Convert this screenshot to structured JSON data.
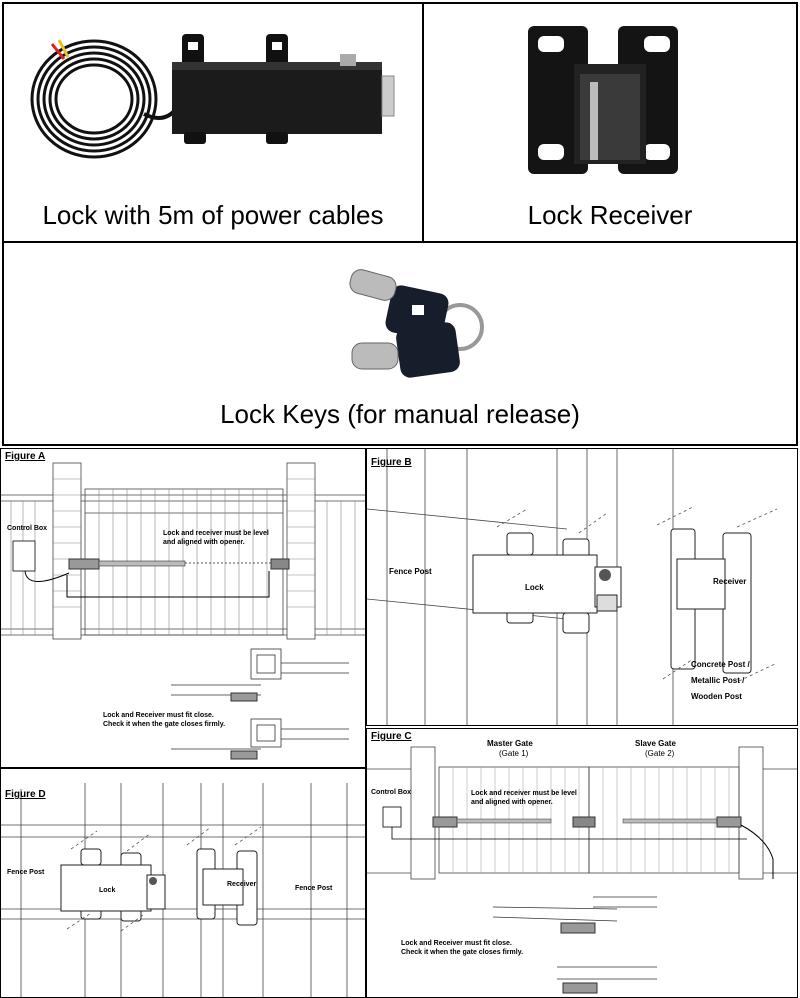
{
  "photos": {
    "lock": {
      "caption": "Lock with 5m of power cables"
    },
    "receiver": {
      "caption": "Lock Receiver"
    },
    "keys": {
      "caption": "Lock Keys (for manual release)"
    }
  },
  "figure_a": {
    "title": "Figure A",
    "control_box": "Control Box",
    "note_align": [
      "Lock and receiver must be level",
      "and aligned with opener."
    ],
    "note_fit": [
      "Lock and Receiver must fit close.",
      "Check it when the gate closes firmly."
    ]
  },
  "figure_b": {
    "title": "Figure B",
    "fence_post": "Fence Post",
    "lock": "Lock",
    "receiver": "Receiver",
    "post_types": [
      "Concrete Post /",
      "Metallic Post /",
      "Wooden Post"
    ]
  },
  "figure_c": {
    "title": "Figure C",
    "master_gate": "Master Gate",
    "master_sub": "(Gate 1)",
    "slave_gate": "Slave Gate",
    "slave_sub": "(Gate 2)",
    "control_box": "Control Box",
    "note_align": [
      "Lock and receiver must be level",
      "and aligned with opener."
    ],
    "note_fit": [
      "Lock and Receiver must fit close.",
      "Check it when the gate closes firmly."
    ]
  },
  "figure_d": {
    "title": "Figure D",
    "fence_post_left": "Fence Post",
    "lock": "Lock",
    "receiver": "Receiver",
    "fence_post_right": "Fence Post"
  }
}
